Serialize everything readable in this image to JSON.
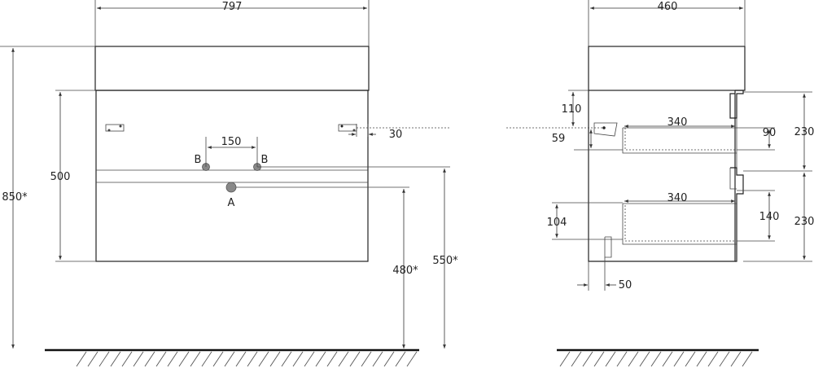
{
  "front": {
    "width": "797",
    "height": "500",
    "total_height": "850*",
    "bracket_offset": "30",
    "spacing_b": "150",
    "label_b_left": "B",
    "label_b_right": "B",
    "label_a": "A",
    "height_a": "480*",
    "height_b": "550*"
  },
  "side": {
    "depth": "460",
    "top_offset": "110",
    "bracket_height": "59",
    "drawer1_depth": "340",
    "drawer1_inner_height": "90",
    "drawer1_height": "230",
    "drawer2_depth": "340",
    "drawer2_inner_height": "140",
    "drawer2_height": "230",
    "bottom_offset": "104",
    "cutout_width": "50"
  },
  "colors": {
    "line": "#222222",
    "pipe": "#888888"
  }
}
